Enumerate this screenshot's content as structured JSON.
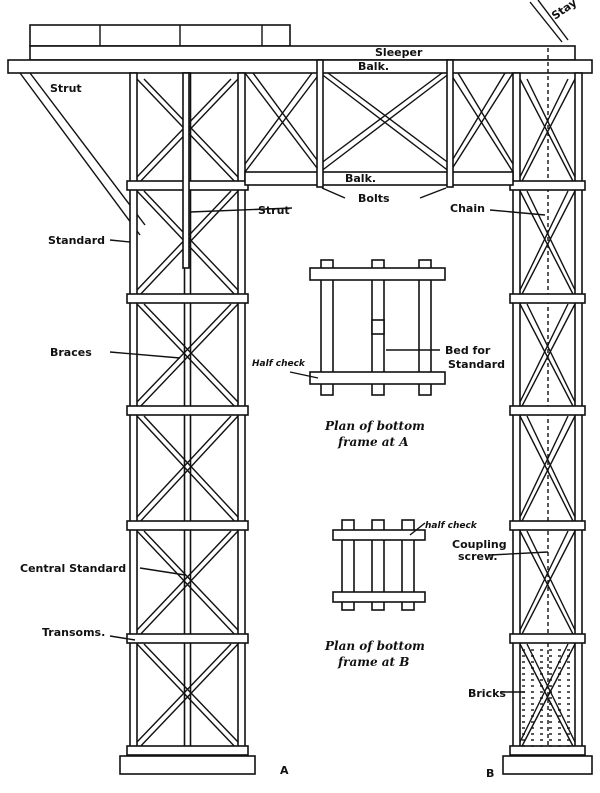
{
  "labels": {
    "stay": "Stay",
    "sleeper": "Sleeper",
    "balk_top": "Balk.",
    "balk_lower": "Balk.",
    "bolts": "Bolts",
    "strut_left": "Strut",
    "strut_center": "Strut",
    "chain": "Chain",
    "standard": "Standard",
    "braces": "Braces",
    "half_check_a": "Half check",
    "bed_for_standard_1": "Bed for",
    "bed_for_standard_2": "Standard",
    "half_check_b": "half check",
    "coupling_screw_1": "Coupling",
    "coupling_screw_2": "screw.",
    "central_standard": "Central Standard",
    "transoms": "Transoms.",
    "bricks": "Bricks",
    "point_a": "A",
    "point_b": "B"
  },
  "captions": {
    "plan_a_1": "Plan of bottom",
    "plan_a_2": "frame at A",
    "plan_b_1": "Plan of bottom",
    "plan_b_2": "frame at B"
  }
}
